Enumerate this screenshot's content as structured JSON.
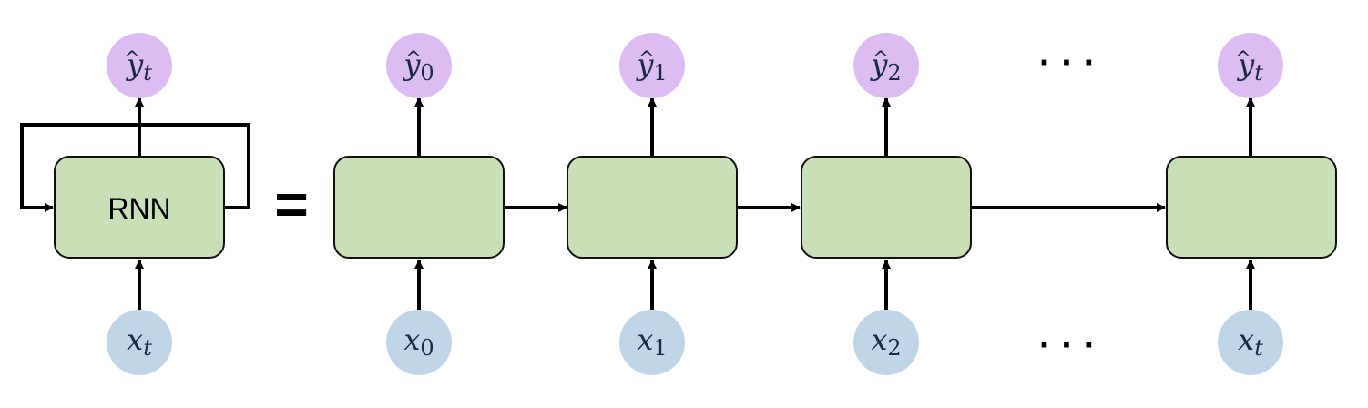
{
  "folded": {
    "cell_label": "RNN",
    "output": {
      "symbol": "y",
      "subscript": "t",
      "hat": "^"
    },
    "input": {
      "symbol": "x",
      "subscript": "t"
    }
  },
  "equals_sign": "=",
  "unrolled": [
    {
      "output": {
        "symbol": "y",
        "subscript": "0",
        "hat": "^"
      },
      "input": {
        "symbol": "x",
        "subscript": "0"
      }
    },
    {
      "output": {
        "symbol": "y",
        "subscript": "1",
        "hat": "^"
      },
      "input": {
        "symbol": "x",
        "subscript": "1"
      }
    },
    {
      "output": {
        "symbol": "y",
        "subscript": "2",
        "hat": "^"
      },
      "input": {
        "symbol": "x",
        "subscript": "2"
      }
    },
    {
      "output": {
        "symbol": "y",
        "subscript": "t",
        "hat": "^"
      },
      "input": {
        "symbol": "x",
        "subscript": "t"
      }
    }
  ],
  "ellipsis_top": "· · ·",
  "ellipsis_bottom": "· · ·",
  "colors": {
    "cell_fill": "#c8dfb7",
    "cell_stroke": "#111111",
    "output_node": "#dcbdf3",
    "input_node": "#c1d5e8",
    "arrow": "#000000",
    "text": "#1a2a44"
  }
}
